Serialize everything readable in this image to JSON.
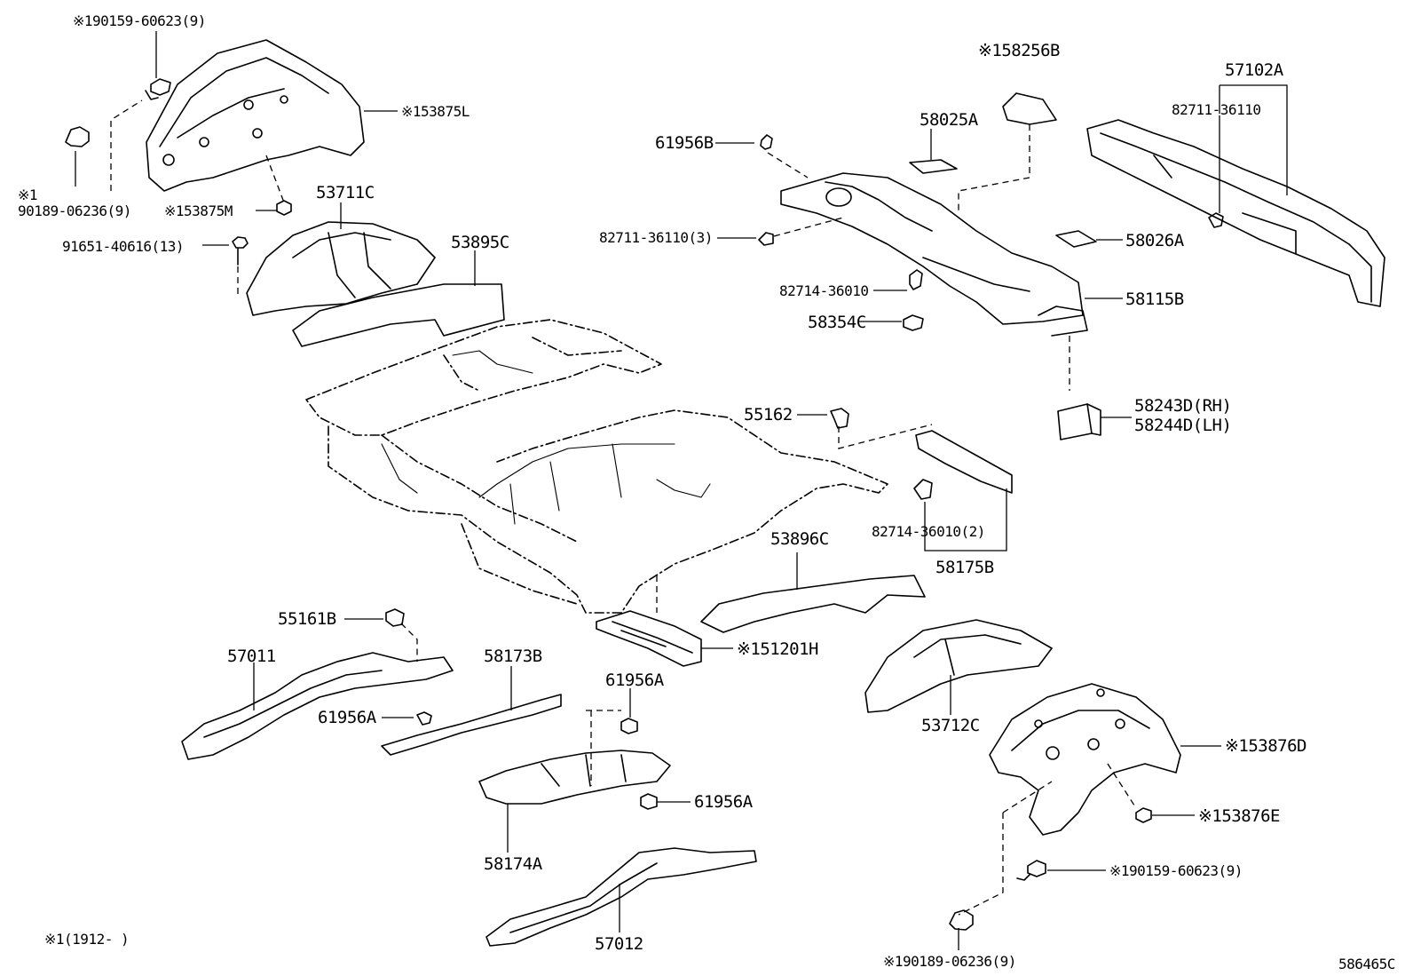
{
  "diagram": {
    "labels": {
      "p190159_top": "※190159-60623(9)",
      "p53875L": "※153875L",
      "p90189_mark": "※1",
      "p90189": "90189-06236(9)",
      "p53875M": "※153875M",
      "p53711C": "53711C",
      "p91651": "91651-40616(13)",
      "p53895C": "53895C",
      "p58256B": "※158256B",
      "p58025A": "58025A",
      "p61956B": "61956B",
      "p57102A": "57102A",
      "p82711_36110": "82711-36110",
      "p82711_36110_3": "82711-36110(3)",
      "p58026A": "58026A",
      "p82714_36010": "82714-36010",
      "p58115B": "58115B",
      "p58354C": "58354C",
      "p58243D": "58243D(RH)",
      "p58244D": "58244D(LH)",
      "p55162": "55162",
      "p82714_36010_2": "82714-36010(2)",
      "p58175B": "58175B",
      "p53896C": "53896C",
      "p55161B": "55161B",
      "p57011": "57011",
      "p58173B": "58173B",
      "p51201H": "※151201H",
      "p61956A_1": "61956A",
      "p61956A_2": "61956A",
      "p53712C": "53712C",
      "p53876D": "※153876D",
      "p61956A_3": "61956A",
      "p58174A": "58174A",
      "p53876E": "※153876E",
      "p190159_bot": "※190159-60623(9)",
      "p57012": "57012",
      "p190189_bot": "※190189-06236(9)",
      "footnote": "※1(1912-    )",
      "figure_id": "586465C"
    }
  }
}
